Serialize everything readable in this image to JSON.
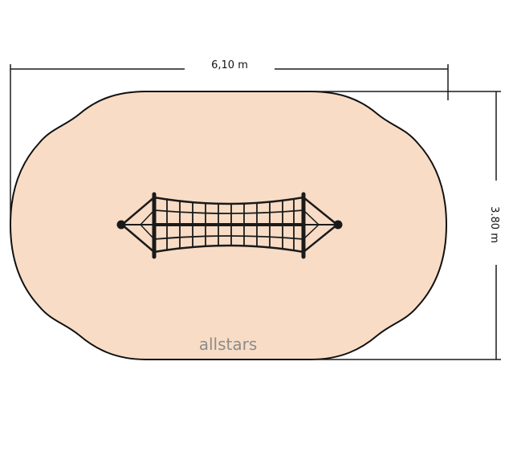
{
  "dimensions": {
    "width_label": "6,10 m",
    "height_label": "3.80 m"
  },
  "brand": {
    "text": "allstars"
  },
  "colors": {
    "surface_fill": "#f8dcc5",
    "outline": "#111111",
    "net": "#1a1a1a",
    "brand_text": "#8c8c8c",
    "dimension_lines": "#1a1a1a"
  }
}
